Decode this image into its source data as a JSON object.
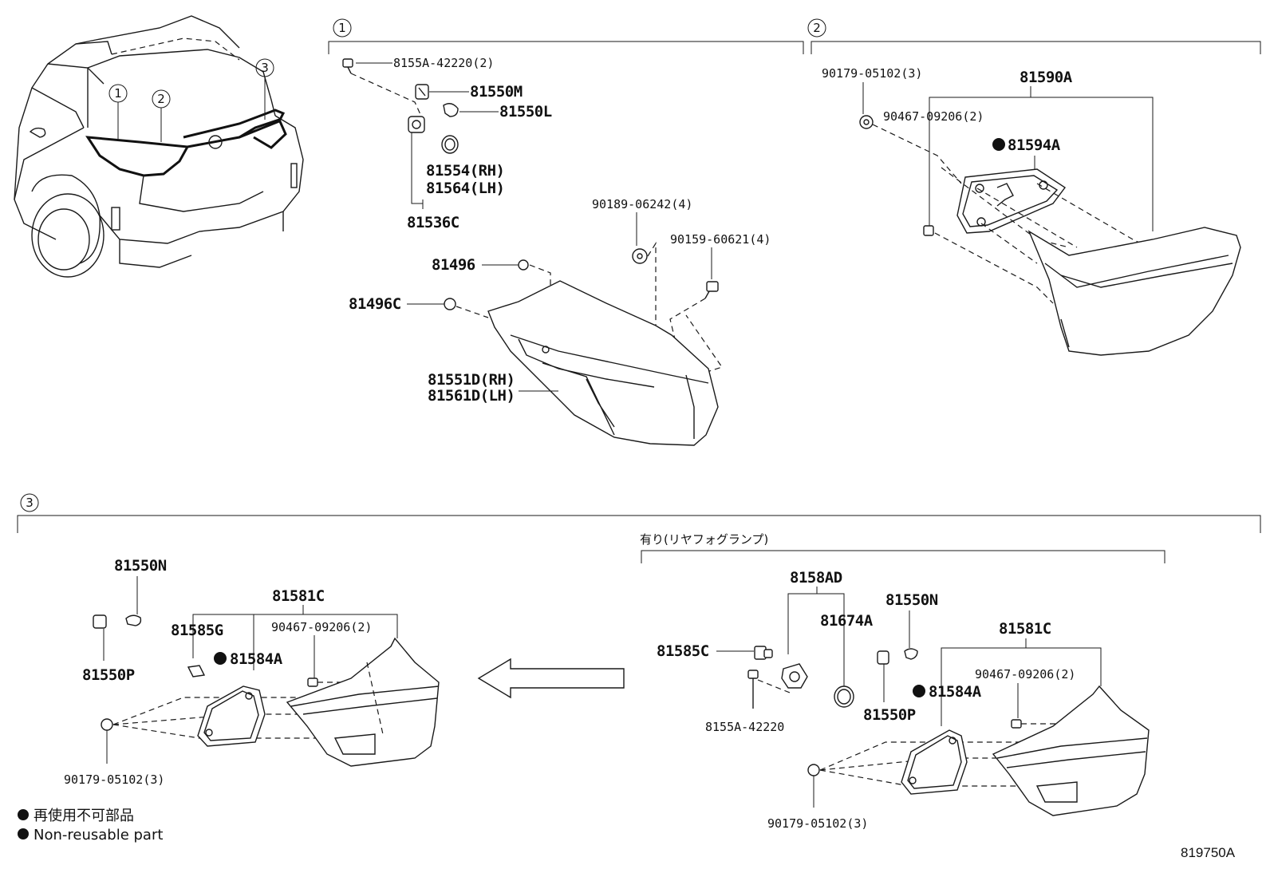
{
  "section_markers": {
    "s1": "1",
    "s2": "2",
    "s3": "3"
  },
  "vehicle_callouts": {
    "c1": "1",
    "c2": "2",
    "c3": "3"
  },
  "section1": {
    "screw_a": "8155A-42220(2)",
    "bulb_socket_m": "81550M",
    "bulb_l": "81550L",
    "gasket_rh": "81554(RH)",
    "gasket_lh": "81564(LH)",
    "socket_assy": "81536C",
    "nut": "90189-06242(4)",
    "screw_b": "90159-60621(4)",
    "clip_a": "81496",
    "clip_c": "81496C",
    "lamp_rh": "81551D(RH)",
    "lamp_lh": "81561D(LH)"
  },
  "section2": {
    "nut": "90179-05102(3)",
    "lamp_assy": "81590A",
    "clip": "90467-09206(2)",
    "gasket": "81594A",
    "gasket_marker": "●"
  },
  "section3_left": {
    "bulb": "81550N",
    "socket": "81550P",
    "lamp_assy": "81581C",
    "cover": "81585G",
    "clip": "90467-09206(2)",
    "gasket": "81584A",
    "gasket_marker": "●",
    "nut": "90179-05102(3)"
  },
  "section3_right": {
    "heading": "有り(リヤフォグランプ)",
    "bulb_assy": "8158AD",
    "bulb": "81550N",
    "gasket_ring": "81674A",
    "lamp_assy": "81581C",
    "cover": "81585C",
    "clip": "90467-09206(2)",
    "gasket": "81584A",
    "gasket_marker": "●",
    "socket": "81550P",
    "screw": "8155A-42220",
    "nut": "90179-05102(3)"
  },
  "legend": {
    "marker": "●",
    "jp_text": "再使用不可部品",
    "en_text": "Non-reusable part"
  },
  "diagram_code": "819750A"
}
